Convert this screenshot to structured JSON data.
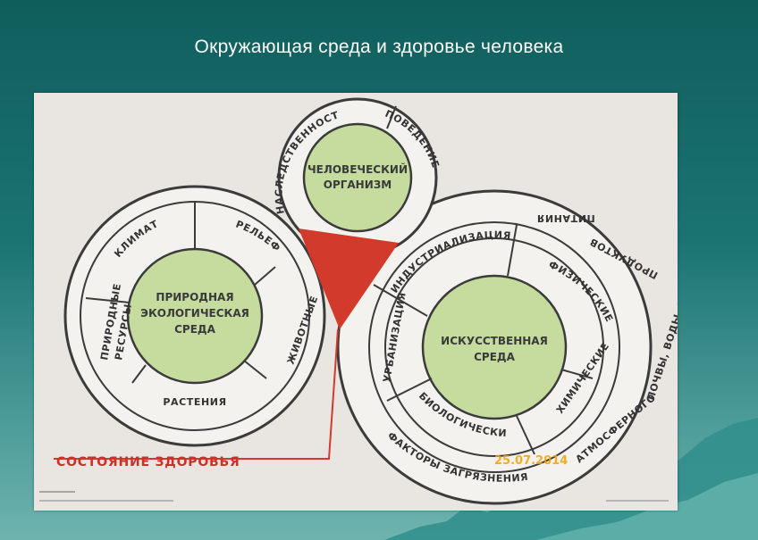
{
  "slide": {
    "title": "Окружающая среда и здоровье человека"
  },
  "poster": {
    "organism": {
      "line1": "ЧЕЛОВЕЧЕСКИЙ",
      "line2": "ОРГАНИЗМ",
      "ring_left": "НАСЛЕДСТВЕННОСТЬ",
      "ring_right": "ПОВЕДЕНИЕ"
    },
    "natural": {
      "line1": "ПРИРОДНАЯ",
      "line2": "ЭКОЛОГИЧЕСКАЯ",
      "line3": "СРЕДА",
      "segments": {
        "climate": "КЛИМАТ",
        "relief": "РЕЛЬЕФ",
        "animals": "ЖИВОТНЫЕ",
        "plants": "РАСТЕНИЯ",
        "resources_1": "ПРИРОДНЫЕ",
        "resources_2": "РЕСУРСЫ"
      }
    },
    "artificial": {
      "line1": "ИСКУССТВЕННАЯ",
      "line2": "СРЕДА",
      "middle_ring": {
        "industrialization": "ИНДУСТРИАЛИЗАЦИЯ",
        "urbanization": "УРБАНИЗАЦИЯ",
        "physical": "ФИЗИЧЕСКИЕ",
        "chemical": "ХИМИЧЕСКИЕ",
        "biological": "БИОЛОГИЧЕСКИЕ"
      },
      "outer_ring": {
        "nutrition": "ПИТАНИЯ",
        "products": "ПРОДУКТОВ",
        "pollution": "ПОЧВЫ, ВОДЫ, ВОЗДУХА,",
        "atmospheric": "АТМОСФЕРНОГО",
        "factors": "ФАКТОРЫ ЗАГРЯЗНЕНИЯ"
      }
    },
    "health_label": "СОСТОЯНИЕ ЗДОРОВЬЯ",
    "date_stamp": "25.07.2014"
  },
  "colors": {
    "circle_fill": "#c5dc9e",
    "funnel_red": "#d23a2b",
    "ring_stroke": "#3b3b3b",
    "date_stamp": "#f5a000"
  }
}
